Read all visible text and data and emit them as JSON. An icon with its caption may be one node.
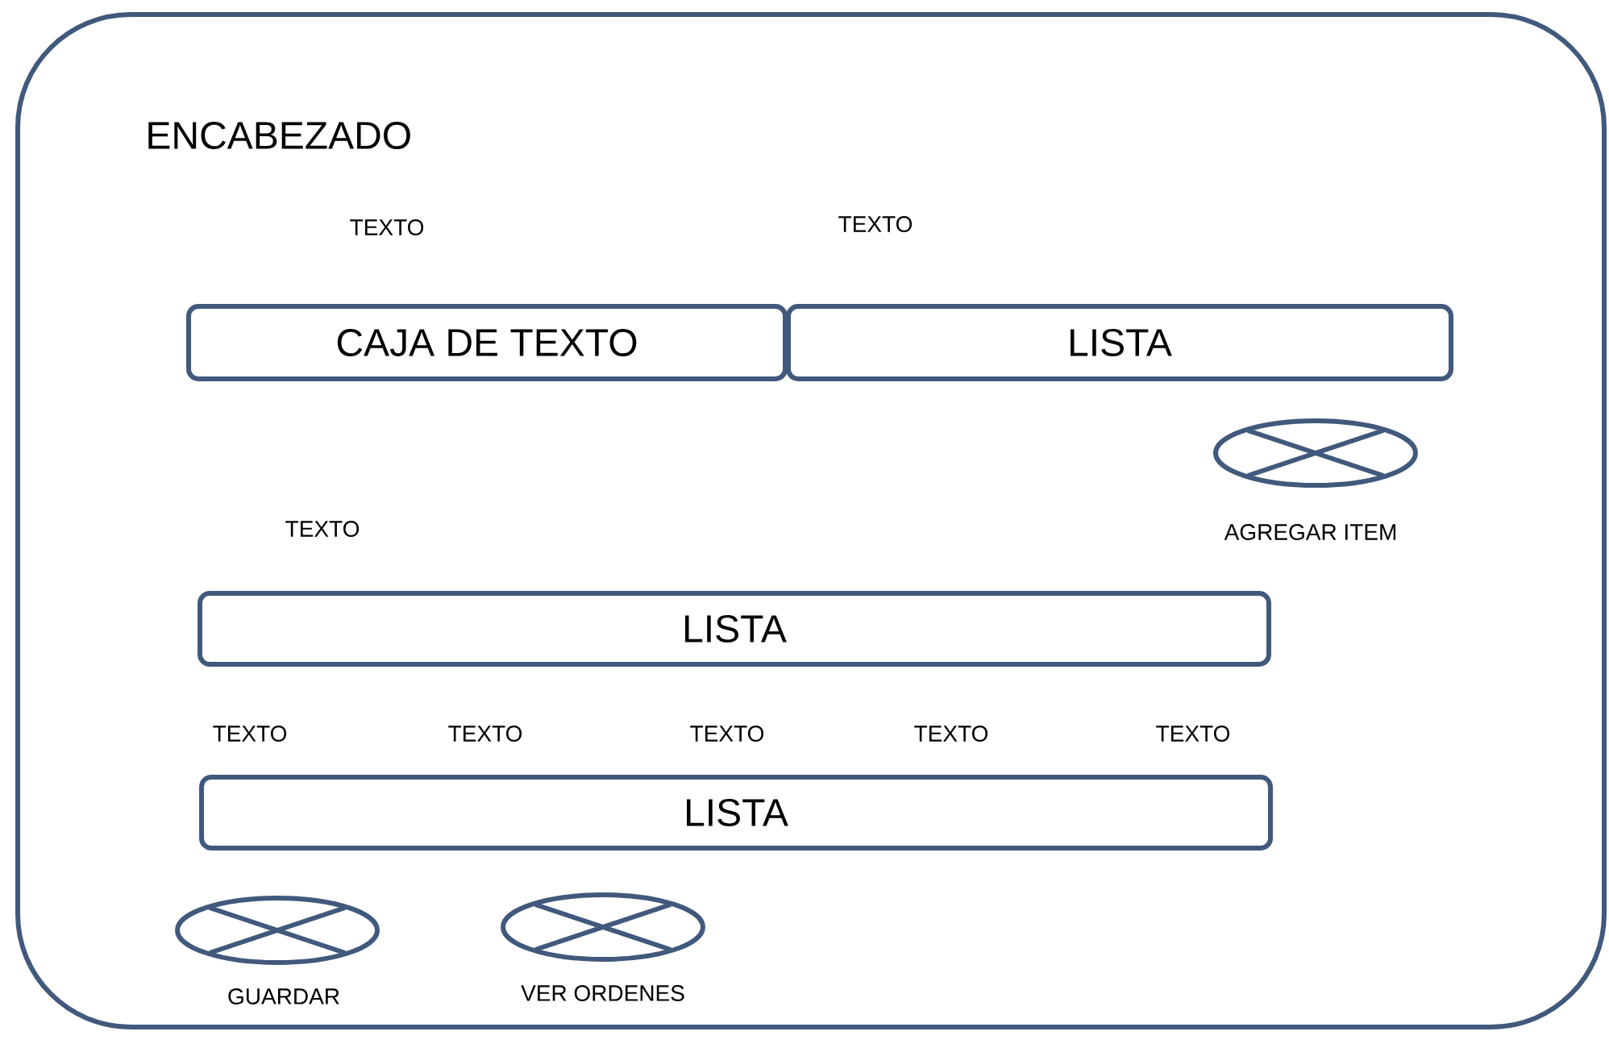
{
  "diagram": {
    "nodes": [
      {
        "text": [
          "ENCABEZADO"
        ]
      },
      {
        "text": [
          "CAJA DE TEXTO"
        ],
        "in": 0,
        "beside": [
          "TEXTO"
        ]
      },
      {
        "text": [
          "LISTA"
        ],
        "in": 0,
        "beside": [
          "TEXTO"
        ]
      },
      {
        "text": [
          "AGREGAR ITEM"
        ],
        "in": 0
      },
      {
        "text": [
          "LISTA"
        ],
        "in": 0,
        "beside": [
          "TEXTO"
        ]
      },
      {
        "text": [
          "LISTA"
        ],
        "in": 0,
        "beside": [
          "TEXTO",
          "TEXTO",
          "TEXTO",
          "TEXTO",
          "TEXTO"
        ]
      },
      {
        "text": [
          "GUARDAR"
        ],
        "in": 0
      },
      {
        "text": [
          "VER ORDENES"
        ],
        "in": 0
      }
    ]
  }
}
